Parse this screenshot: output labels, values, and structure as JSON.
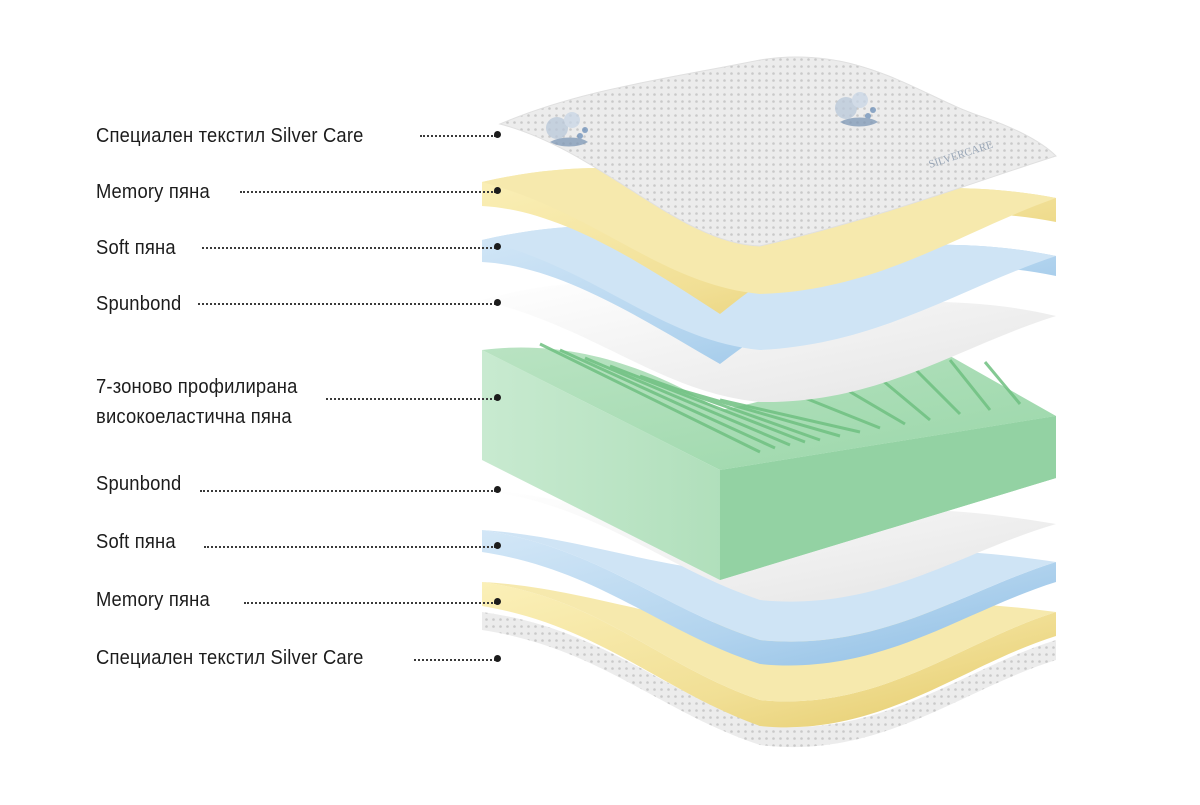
{
  "diagram": {
    "labels": [
      "Специален текстил Silver Care",
      "Memory пяна",
      "Soft пяна",
      "Spunbond",
      "7-зоново профилирана",
      "високоеластична пяна",
      "Spunbond",
      "Soft пяна",
      "Memory пяна",
      "Специален текстил Silver Care"
    ],
    "logo_text": "SILVERCARE",
    "colors": {
      "textile": "#e6e6e6",
      "memory_foam": "#f3e3a1",
      "soft_foam": "#b3d4ec",
      "spunbond": "#f5f5f5",
      "profiled_foam": "#a9dcb4",
      "text": "#1c1c1c"
    }
  }
}
